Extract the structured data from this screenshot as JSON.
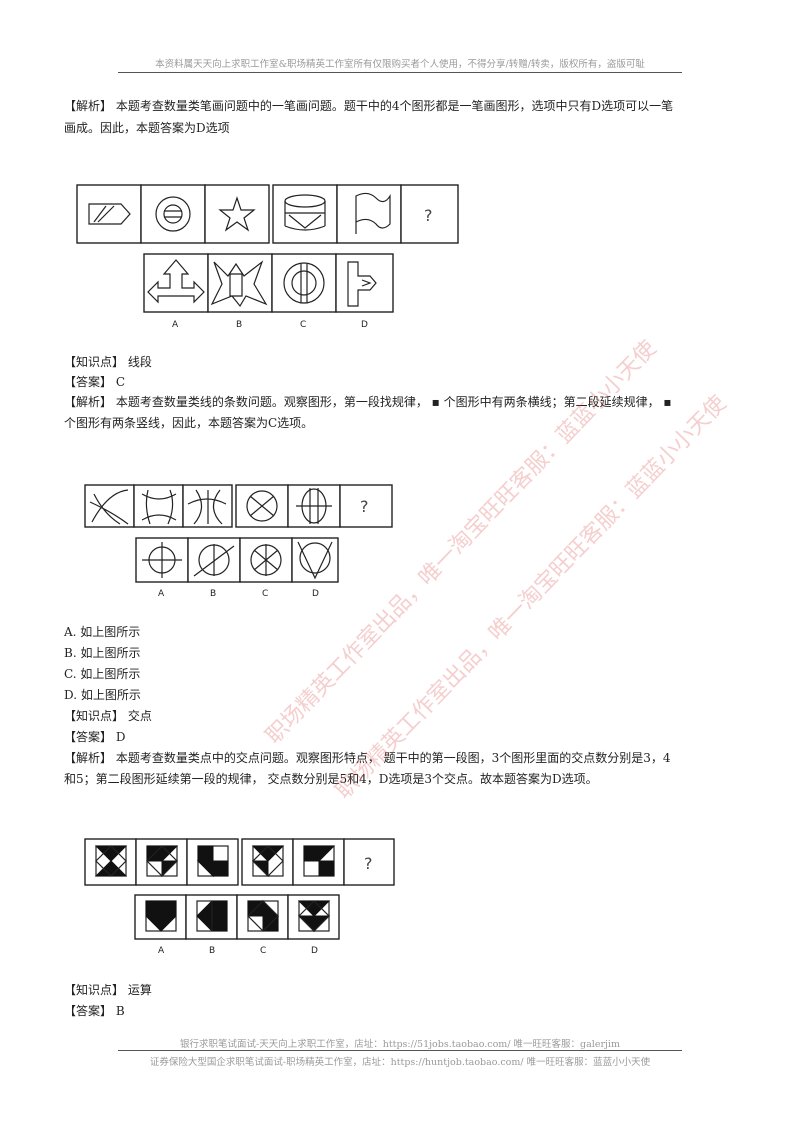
{
  "header": {
    "text": "本资料属天天向上求职工作室&职场精英工作室所有仅限购买者个人使用，不得分享/转赠/转卖，版权所有，盗版可耻"
  },
  "q1": {
    "analysis_line1": "【解析】 本题考查数量类笔画问题中的一笔画问题。题干中的4个图形都是一笔画图形，选项中只有D选项可以一笔",
    "analysis_line2": "画成。因此，本题答案为D选项"
  },
  "fig_labels": {
    "q": "?",
    "a": "A",
    "b": "B",
    "c": "C",
    "d": "D"
  },
  "q2": {
    "knowledge": "【知识点】 线段",
    "answer": "【答案】 C",
    "analysis_line1": "【解析】 本题考查数量类线的条数问题。观察图形，第一段找规律， ▪ 个图形中有两条横线；第二段延续规律， ▪",
    "analysis_line2": "个图形有两条竖线，因此，本题答案为C选项。"
  },
  "q3": {
    "options": [
      "A. 如上图所示",
      "B. 如上图所示",
      "C. 如上图所示",
      "D. 如上图所示"
    ],
    "knowledge": "【知识点】 交点",
    "answer": "【答案】 D",
    "analysis_line1": "【解析】 本题考查数量类点中的交点问题。观察图形特点， 题干中的第一段图，3个图形里面的交点数分别是3，4",
    "analysis_line2": "和5；第二段图形延续第一段的规律， 交点数分别是5和4，D选项是3个交点。故本题答案为D选项。"
  },
  "q4": {
    "knowledge": "【知识点】 运算",
    "answer": "【答案】 B"
  },
  "footer": {
    "line1": "银行求职笔试面试-天天向上求职工作室，店址：https://51jobs.taobao.com/ 唯一旺旺客服：galerjim",
    "line2": "证券保险大型国企求职笔试面试-职场精英工作室，店址：https://huntjob.taobao.com/ 唯一旺旺客服：蓝蓝小小天使"
  },
  "watermark": {
    "line1": "职场精英工作室出品，唯一淘宝旺旺客服：蓝蓝小小天使",
    "line2": "职场精英工作室出品，唯一淘宝旺旺客服：蓝蓝小小天使"
  }
}
